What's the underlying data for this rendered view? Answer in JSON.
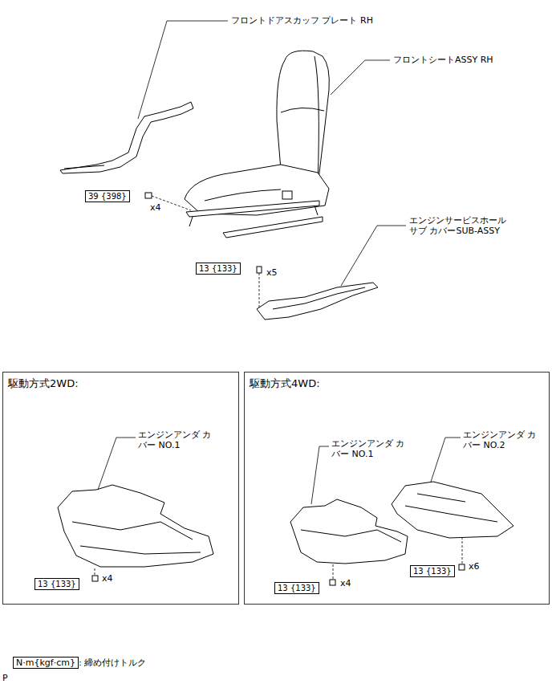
{
  "diagram": {
    "nodes": [
      {
        "text": [
          "39 {398}"
        ]
      },
      {
        "text": [
          "13 {133}"
        ]
      },
      {
        "text": [
          "駆動方式2WD:"
        ]
      },
      {
        "text": [
          "13 {133}"
        ],
        "in": 2
      },
      {
        "text": [
          "駆動方式4WD:"
        ]
      },
      {
        "text": [
          "13 {133}"
        ],
        "in": 4
      },
      {
        "text": [
          "13 {133}"
        ],
        "in": 4
      },
      {
        "text": [
          "N·m{kgf·cm}",
          ": 締め付けトルク"
        ]
      }
    ],
    "edges": [],
    "labels": [
      "フロントドアスカッフ プレート RH",
      "フロントシートASSY RH",
      "x4",
      "エンジンサービスホール サブ カバーSUB-ASSY",
      "x5",
      "エンジンアンダ カバー NO.1",
      "x4",
      "エンジンアンダ カバー NO.1",
      "エンジンアンダ カバー NO.2",
      "x6",
      "x4",
      "P"
    ]
  }
}
